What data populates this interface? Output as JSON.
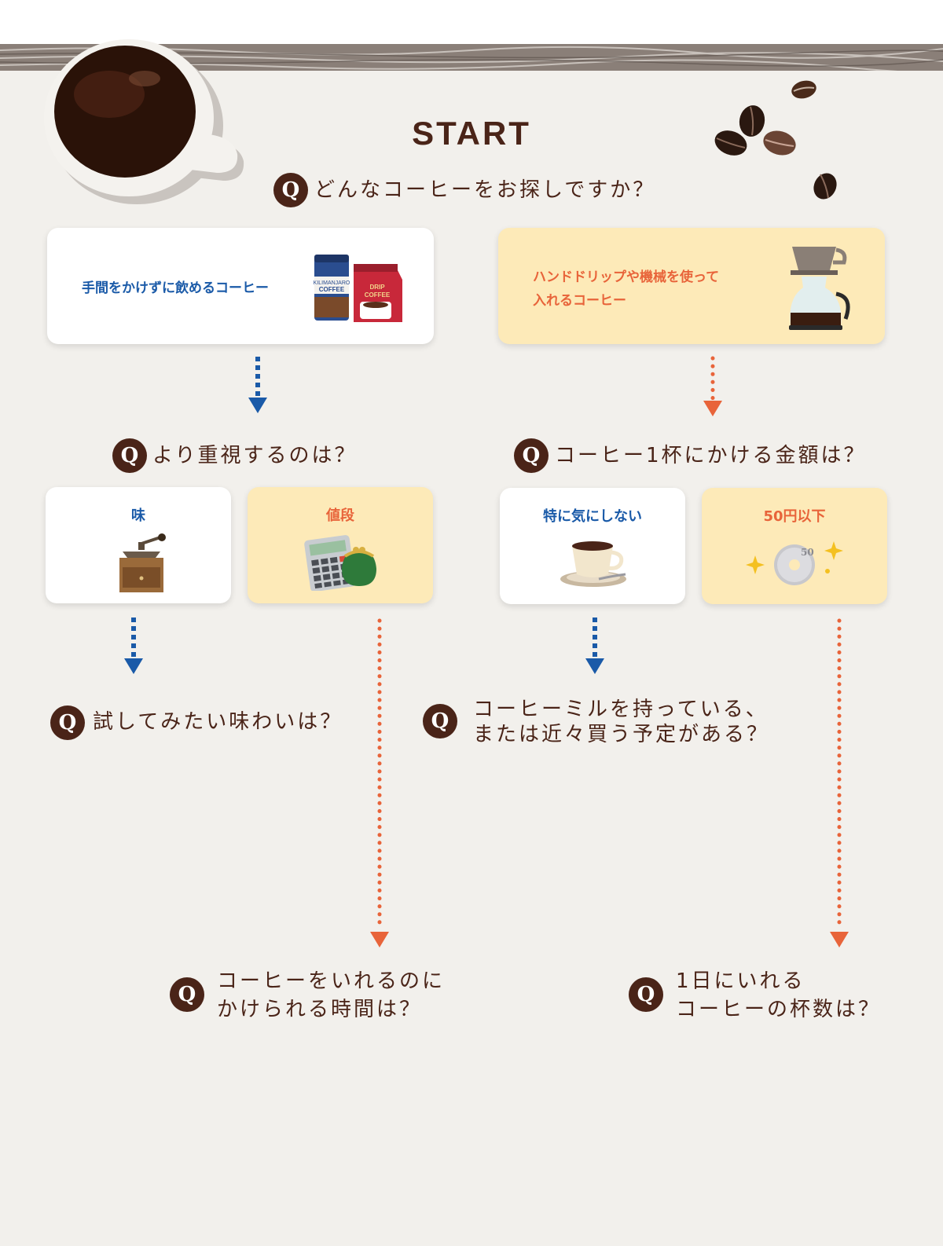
{
  "header": {
    "title": "START"
  },
  "colors": {
    "dark_brown": "#4a2418",
    "blue": "#1a5aa8",
    "orange": "#e8643a",
    "card_yellow": "#fdeab8",
    "background": "#f2f0ec"
  },
  "q1": {
    "badge": "Q",
    "text": "どんなコーヒーをお探しですか？",
    "options": [
      {
        "label": "手間をかけずに飲めるコーヒー",
        "icon": "instant-coffee-icon"
      },
      {
        "label_lines": [
          "ハンドドリップや機械を使って",
          "入れるコーヒー"
        ],
        "icon": "coffee-dripper-icon"
      }
    ]
  },
  "q2_left": {
    "badge": "Q",
    "text": "より重視するのは？",
    "options": [
      {
        "label": "味",
        "icon": "coffee-grinder-icon"
      },
      {
        "label": "値段",
        "icon": "calculator-purse-icon"
      }
    ]
  },
  "q2_right": {
    "badge": "Q",
    "text": "コーヒー1杯にかける金額は？",
    "options": [
      {
        "label": "特に気にしない",
        "icon": "coffee-cup-icon"
      },
      {
        "label": "50円以下",
        "icon": "coin-50-icon",
        "coin_text": "50"
      }
    ]
  },
  "q3_taste": {
    "badge": "Q",
    "text": "試してみたい味わいは？"
  },
  "q3_mill": {
    "badge": "Q",
    "lines": [
      "コーヒーミルを持っている、",
      "または近々買う予定がある？"
    ]
  },
  "q4_time": {
    "badge": "Q",
    "lines": [
      "コーヒーをいれるのに",
      "かけられる時間は？"
    ]
  },
  "q4_cups": {
    "badge": "Q",
    "lines": [
      "1日にいれる",
      "コーヒーの杯数は？"
    ]
  }
}
